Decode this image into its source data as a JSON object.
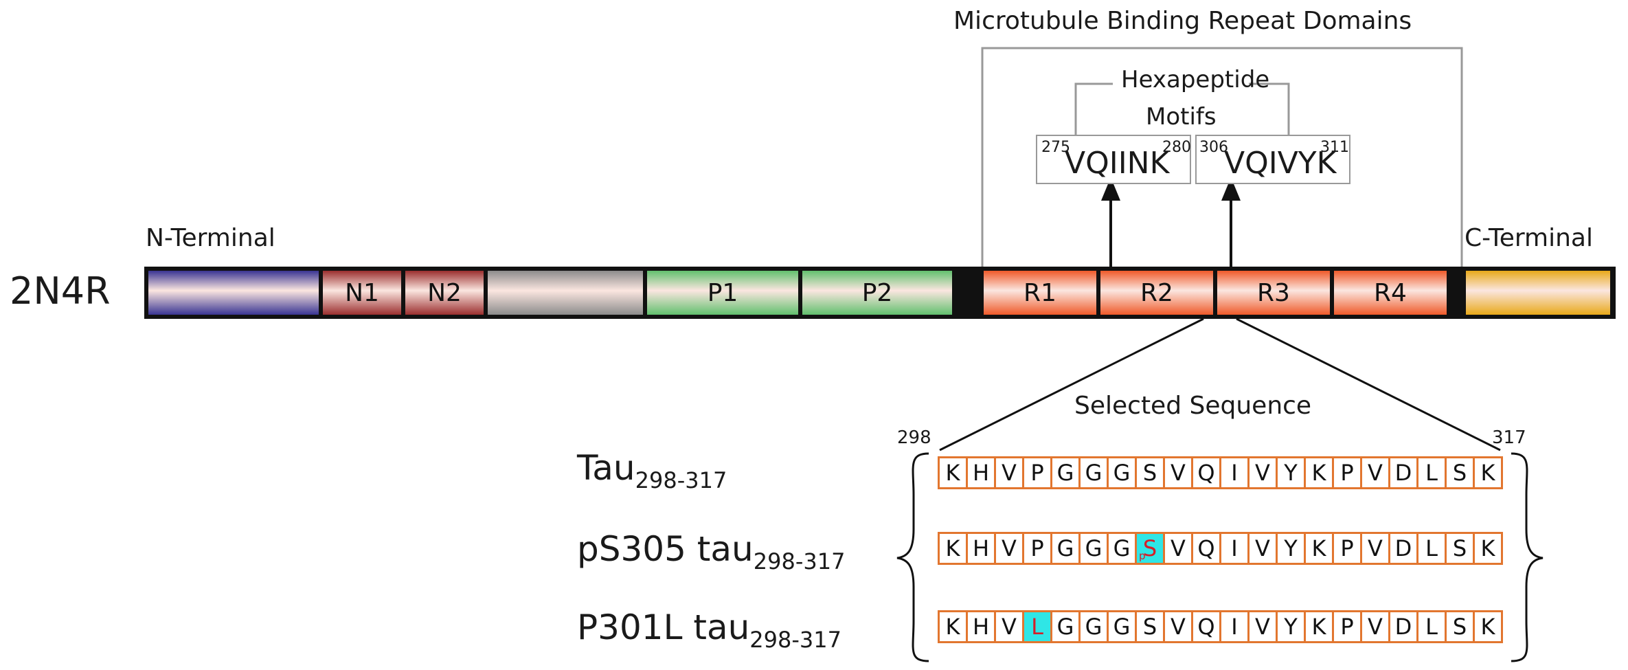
{
  "header": {
    "repeat_domains_label": "Microtubule Binding Repeat Domains",
    "hexapeptide_label_line1": "Hexapeptide",
    "hexapeptide_label_line2": "Motifs"
  },
  "motifs": [
    {
      "start": "275",
      "sequence": "VQIINK",
      "end": "280"
    },
    {
      "start": "306",
      "sequence": "VQIVYK",
      "end": "311"
    }
  ],
  "protein": {
    "isoform_label": "2N4R",
    "n_terminal_label": "N-Terminal",
    "c_terminal_label": "C-Terminal",
    "segments": [
      {
        "id": "n-terminal",
        "label": "",
        "color": "#3a3593"
      },
      {
        "id": "n1",
        "label": "N1",
        "color": "#9b2f2f"
      },
      {
        "id": "n2",
        "label": "N2",
        "color": "#9b2f2f"
      },
      {
        "id": "proline-gap",
        "label": "",
        "color": "#8c8c8c"
      },
      {
        "id": "p1",
        "label": "P1",
        "color": "#62c06e"
      },
      {
        "id": "p2",
        "label": "P2",
        "color": "#62c06e"
      },
      {
        "id": "r1",
        "label": "R1",
        "color": "#ef5a2a"
      },
      {
        "id": "r2",
        "label": "R2",
        "color": "#ef5a2a"
      },
      {
        "id": "r3",
        "label": "R3",
        "color": "#ef5a2a"
      },
      {
        "id": "r4",
        "label": "R4",
        "color": "#ef5a2a"
      },
      {
        "id": "c-terminal",
        "label": "",
        "color": "#e8a91a"
      }
    ]
  },
  "selection": {
    "title": "Selected Sequence",
    "start": "298",
    "end": "317",
    "rows": [
      {
        "name": "Tau",
        "sub": "298-317",
        "residues": [
          "K",
          "H",
          "V",
          "P",
          "G",
          "G",
          "G",
          "S",
          "V",
          "Q",
          "I",
          "V",
          "Y",
          "K",
          "P",
          "V",
          "D",
          "L",
          "S",
          "K"
        ],
        "highlight": -1,
        "highlight_prefix": ""
      },
      {
        "name": "pS305 tau",
        "sub": "298-317",
        "residues": [
          "K",
          "H",
          "V",
          "P",
          "G",
          "G",
          "G",
          "S",
          "V",
          "Q",
          "I",
          "V",
          "Y",
          "K",
          "P",
          "V",
          "D",
          "L",
          "S",
          "K"
        ],
        "highlight": 7,
        "highlight_prefix": "p"
      },
      {
        "name": "P301L tau",
        "sub": "298-317",
        "residues": [
          "K",
          "H",
          "V",
          "L",
          "G",
          "G",
          "G",
          "S",
          "V",
          "Q",
          "I",
          "V",
          "Y",
          "K",
          "P",
          "V",
          "D",
          "L",
          "S",
          "K"
        ],
        "highlight": 3,
        "highlight_prefix": ""
      }
    ]
  },
  "colors": {
    "cell_border": "#e2762f",
    "highlight_fill": "#2fe6e6",
    "highlight_text": "#d4202a"
  }
}
